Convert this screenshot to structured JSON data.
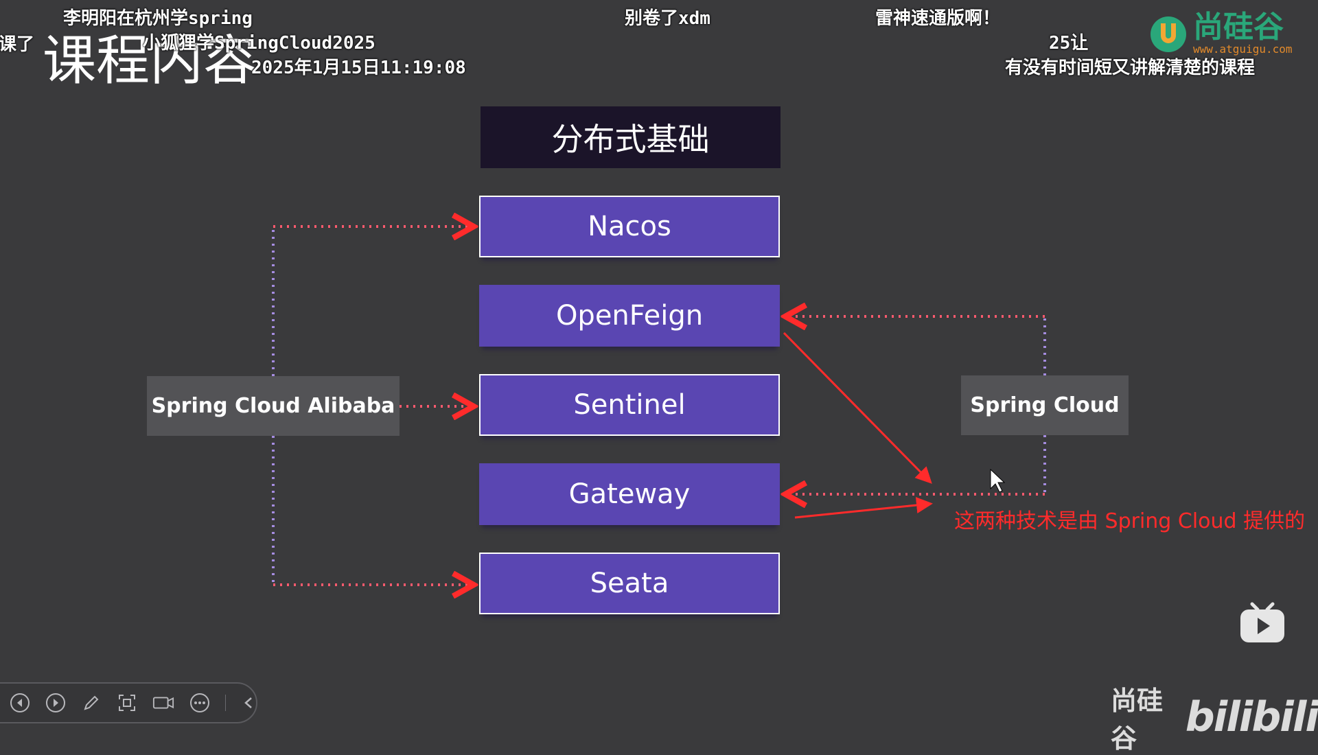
{
  "danmaku": [
    "李明阳在杭州学spring",
    "别卷了xdm",
    "雷神速通版啊！",
    "课了",
    "小狐狸学SpringCloud2025",
    "25让",
    "2025年1月15日11:19:08",
    "有没有时间短又讲解清楚的课程"
  ],
  "slide": {
    "title": "课程内容",
    "header": "分布式基础",
    "boxes": [
      "Nacos",
      "OpenFeign",
      "Sentinel",
      "Gateway",
      "Seata"
    ],
    "left_group": "Spring Cloud Alibaba",
    "right_group": "Spring Cloud",
    "annotation": "这两种技术是由 Spring Cloud 提供的"
  },
  "brand": {
    "name": "尚硅谷",
    "url": "www.atguigu.com",
    "watermark": "尚硅谷",
    "platform": "bilibili"
  },
  "controls": {
    "icons": [
      "prev-icon",
      "next-icon",
      "pen-icon",
      "screenshot-icon",
      "camera-icon",
      "more-icon",
      "collapse-icon"
    ]
  },
  "colors": {
    "box_fill": "#5a46b2",
    "header_fill": "#1b1429",
    "arrow_red": "#ff2b2b",
    "dotted_purple": "#a58ce0"
  }
}
